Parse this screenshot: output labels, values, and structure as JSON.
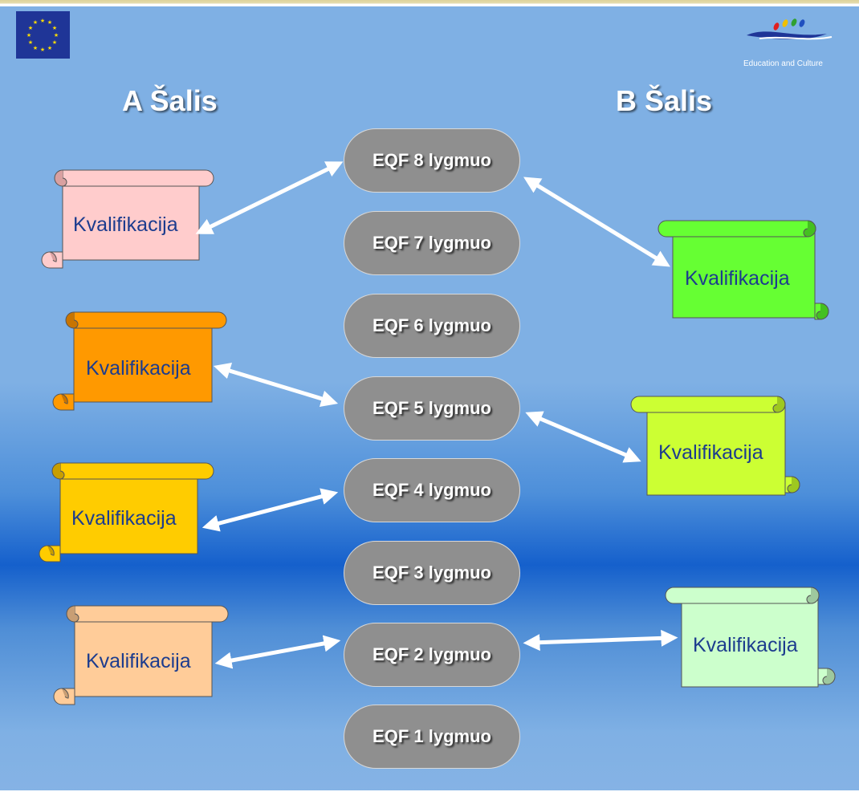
{
  "headings": {
    "country_a": "A Šalis",
    "country_b": "B Šalis"
  },
  "levels": [
    "EQF 8 lygmuo",
    "EQF 7 lygmuo",
    "EQF 6 lygmuo",
    "EQF 5 lygmuo",
    "EQF 4 lygmuo",
    "EQF 3 lygmuo",
    "EQF 2 lygmuo",
    "EQF 1 lygmuo"
  ],
  "qualifications_a": [
    {
      "label": "Kvalifikacija",
      "color": "#ffcccc",
      "links_to": "EQF 8 lygmuo"
    },
    {
      "label": "Kvalifikacija",
      "color": "#ff9900",
      "links_to": "EQF 5 lygmuo"
    },
    {
      "label": "Kvalifikacija",
      "color": "#ffcc00",
      "links_to": "EQF 4 lygmuo"
    },
    {
      "label": "Kvalifikacija",
      "color": "#ffcc99",
      "links_to": "EQF 2 lygmuo"
    }
  ],
  "qualifications_b": [
    {
      "label": "Kvalifikacija",
      "color": "#66ff33",
      "links_to": "EQF 8 lygmuo"
    },
    {
      "label": "Kvalifikacija",
      "color": "#ccff33",
      "links_to": "EQF 5 lygmuo"
    },
    {
      "label": "Kvalifikacija",
      "color": "#ccffcc",
      "links_to": "EQF 2 lygmuo"
    }
  ],
  "logo": {
    "text": "Education and Culture"
  },
  "colors": {
    "level_fill": "#8f8f8f",
    "label_text": "#1c3c8e",
    "arrow": "#ffffff"
  }
}
